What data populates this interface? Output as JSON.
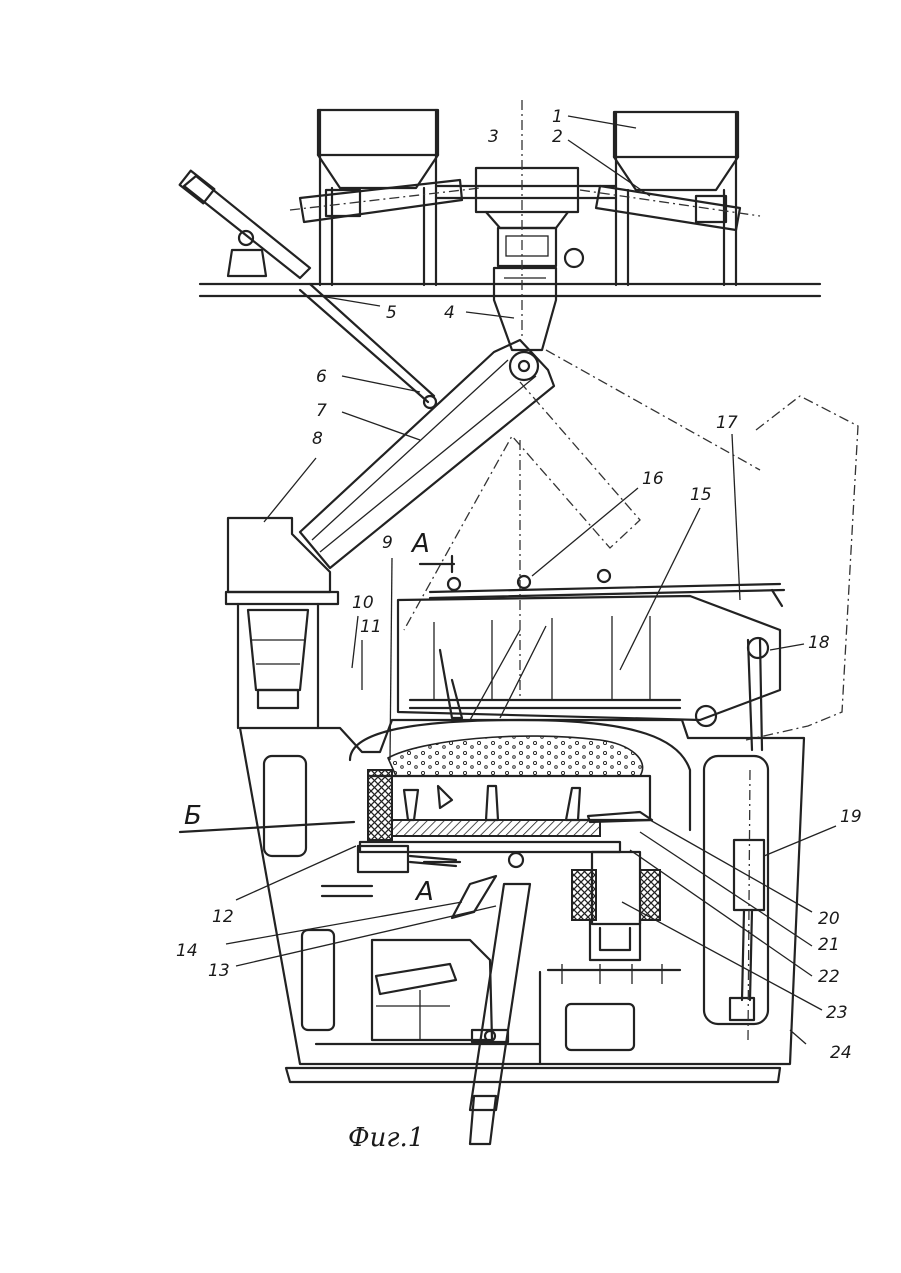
{
  "figure": {
    "caption": "Фиг.1",
    "section_marks": {
      "a_top": "А",
      "a_bottom": "А",
      "b": "Б"
    },
    "labels": [
      "1",
      "2",
      "3",
      "4",
      "5",
      "6",
      "7",
      "8",
      "9",
      "10",
      "11",
      "12",
      "13",
      "14",
      "15",
      "16",
      "17",
      "18",
      "19",
      "20",
      "21",
      "22",
      "23",
      "24"
    ]
  }
}
